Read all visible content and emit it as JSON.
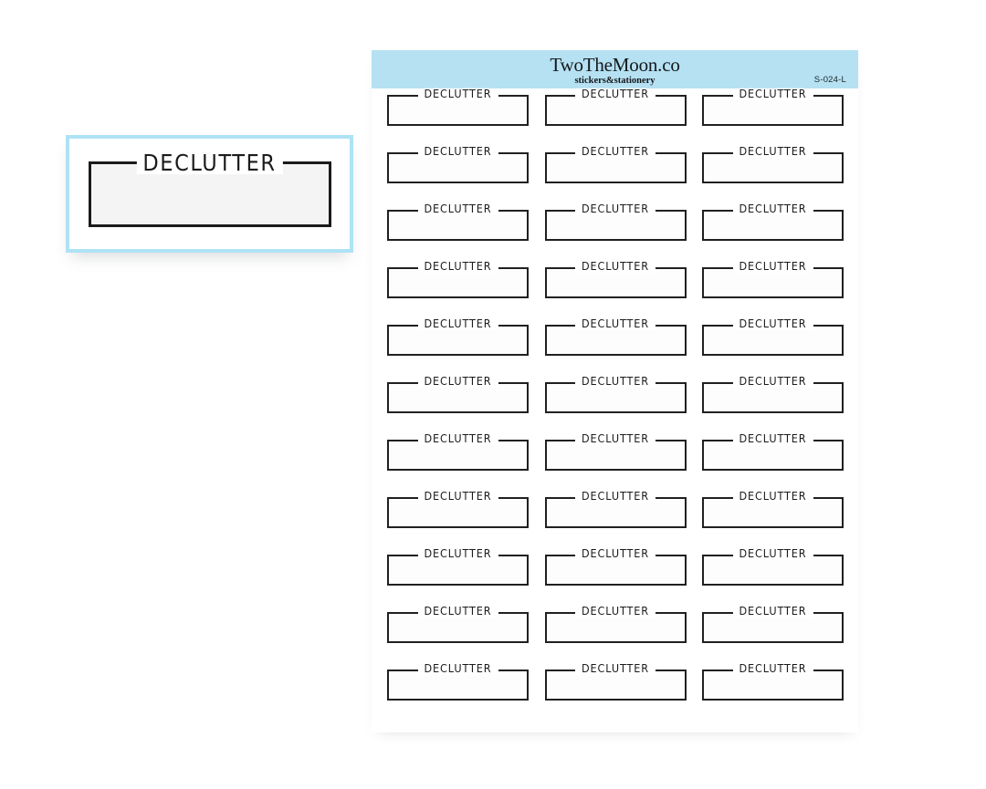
{
  "page": {
    "background_color": "#ffffff"
  },
  "preview": {
    "name": "sticker-preview-card",
    "border_color": "#aee2f5",
    "sticker_label": "DECLUTTER"
  },
  "sheet": {
    "header": {
      "background_color": "#b5e1f3",
      "brand_name": "TwoTheMoon.co",
      "tagline": "stickers&stationery",
      "product_code": "S-024-L"
    },
    "grid": {
      "columns": 3,
      "rows": 11,
      "total_stickers": 33,
      "sticker_label": "DECLUTTER",
      "stickers": [
        [
          "DECLUTTER",
          "DECLUTTER",
          "DECLUTTER"
        ],
        [
          "DECLUTTER",
          "DECLUTTER",
          "DECLUTTER"
        ],
        [
          "DECLUTTER",
          "DECLUTTER",
          "DECLUTTER"
        ],
        [
          "DECLUTTER",
          "DECLUTTER",
          "DECLUTTER"
        ],
        [
          "DECLUTTER",
          "DECLUTTER",
          "DECLUTTER"
        ],
        [
          "DECLUTTER",
          "DECLUTTER",
          "DECLUTTER"
        ],
        [
          "DECLUTTER",
          "DECLUTTER",
          "DECLUTTER"
        ],
        [
          "DECLUTTER",
          "DECLUTTER",
          "DECLUTTER"
        ],
        [
          "DECLUTTER",
          "DECLUTTER",
          "DECLUTTER"
        ],
        [
          "DECLUTTER",
          "DECLUTTER",
          "DECLUTTER"
        ],
        [
          "DECLUTTER",
          "DECLUTTER",
          "DECLUTTER"
        ]
      ]
    }
  }
}
